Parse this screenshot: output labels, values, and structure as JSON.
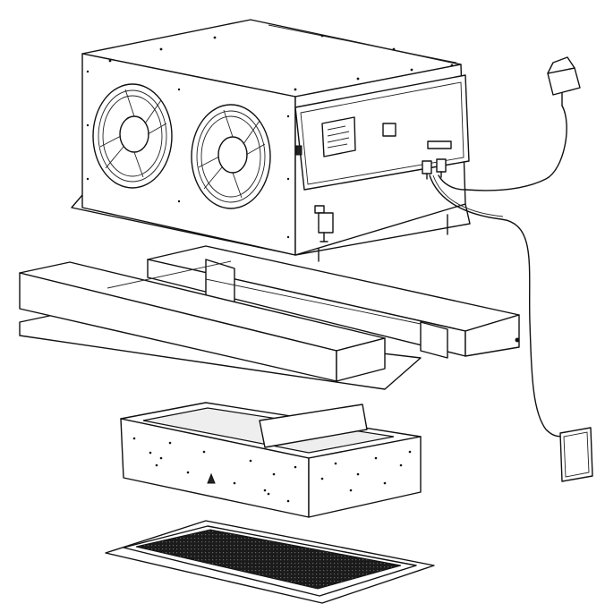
{
  "figure": {
    "subject": "exploded-view-illustration",
    "components": [
      {
        "id": "main-unit",
        "icon": "fan-unit-icon"
      },
      {
        "id": "power-adapter",
        "icon": "plug-adapter-icon"
      },
      {
        "id": "wall-control-plate",
        "icon": "wall-plate-icon"
      },
      {
        "id": "mounting-frame",
        "icon": "wooden-frame-icon"
      },
      {
        "id": "plenum-box",
        "icon": "plenum-box-icon"
      },
      {
        "id": "grille",
        "icon": "grille-icon"
      }
    ],
    "colors": {
      "line": "#111111",
      "background": "#ffffff",
      "grille_mesh": "#1a1a1a"
    }
  }
}
